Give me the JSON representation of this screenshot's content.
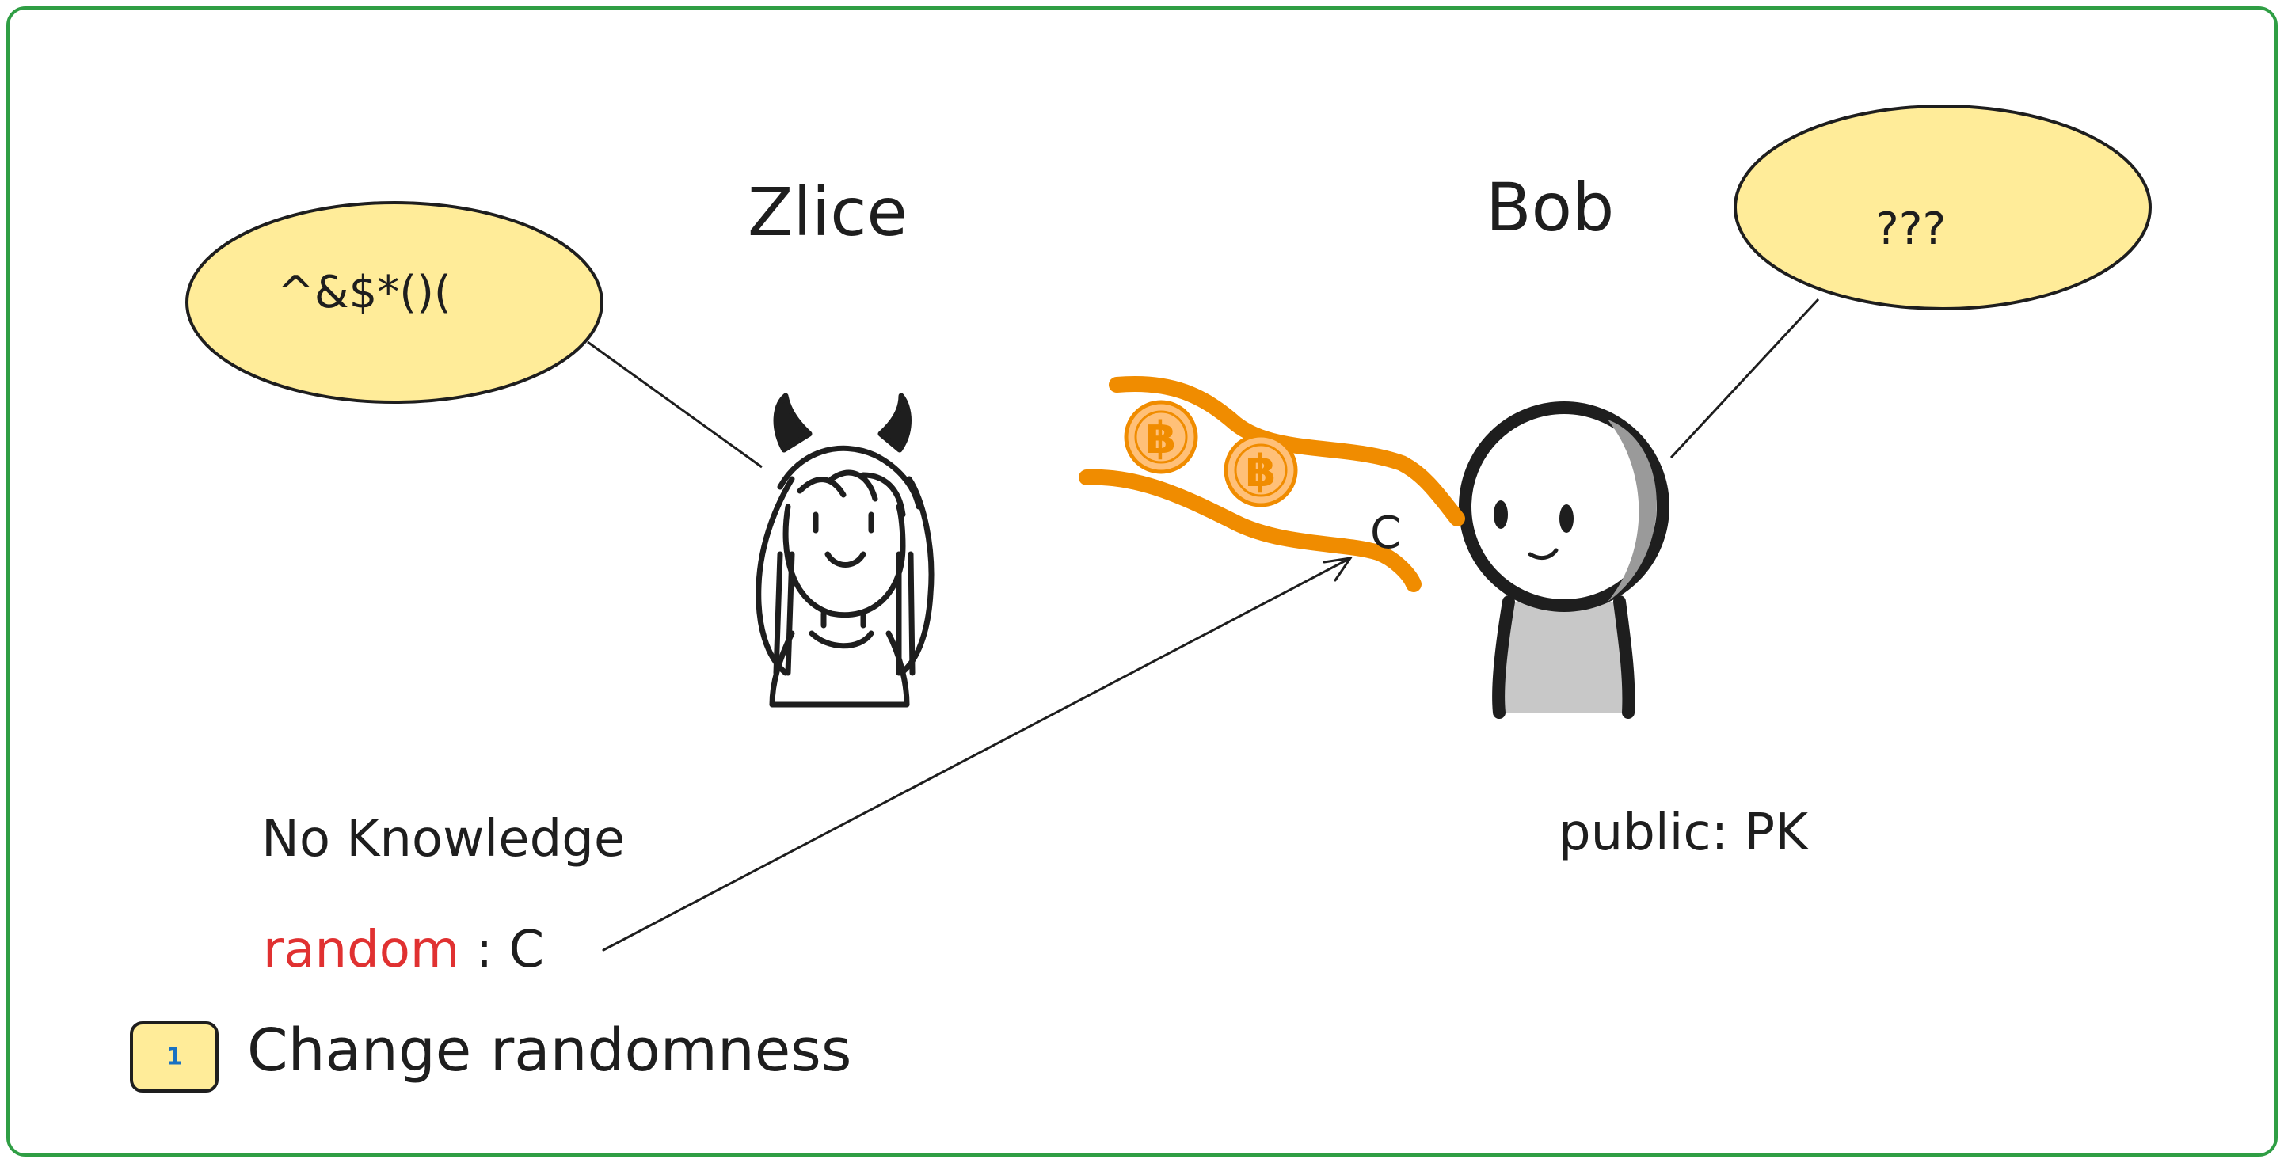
{
  "left_person": {
    "name": "Zlice",
    "bubble": "^&$*()("
  },
  "right_person": {
    "name": "Bob",
    "bubble": "???"
  },
  "left_notes": {
    "knowledge": "No Knowledge",
    "random_keyword": "random",
    "random_colon": ":",
    "random_value": "C"
  },
  "right_notes": {
    "public": "public: PK"
  },
  "transfer": {
    "label": "C"
  },
  "step": {
    "number": "1",
    "label": "Change randomness"
  },
  "colors": {
    "frame": "#2f9e44",
    "bubble_fill": "#ffec99",
    "stroke": "#1e1e1e",
    "stream": "#f08c00",
    "coin_fill": "#ffc078",
    "coin_mark": "#f08c00",
    "random_red": "#e03131",
    "badge_fill": "#ffec99",
    "badge_num": "#1971c2"
  },
  "icons": {
    "coin": "bitcoin-coin-icon",
    "left_avatar": "devil-girl-icon",
    "right_avatar": "stick-figure-icon"
  }
}
